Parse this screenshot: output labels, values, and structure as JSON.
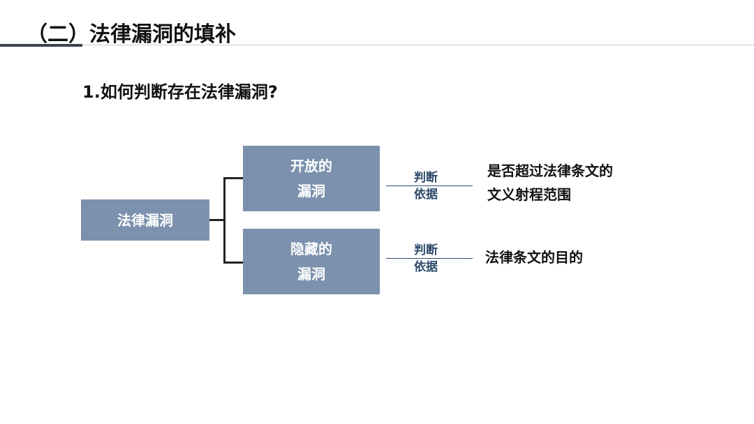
{
  "header": {
    "title": "（二）法律漏洞的填补"
  },
  "subtitle": "1.如何判断存在法律漏洞?",
  "diagram": {
    "root": "法律漏洞",
    "branches": [
      {
        "label_line1": "开放的",
        "label_line2": "漏洞",
        "basis_line1": "判断",
        "basis_line2": "依据",
        "result_line1": "是否超过法律条文的",
        "result_line2": "文义射程范围"
      },
      {
        "label_line1": "隐藏的",
        "label_line2": "漏洞",
        "basis_line1": "判断",
        "basis_line2": "依据",
        "result_line1": "法律条文的目的"
      }
    ]
  }
}
